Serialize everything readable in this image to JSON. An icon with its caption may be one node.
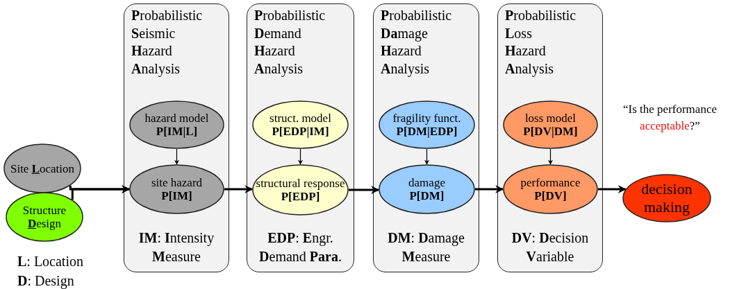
{
  "diagram": {
    "nodes": [
      {
        "text": [
          "Site **L**ocation"
        ]
      },
      {
        "text": [
          "Structure **D**esign"
        ]
      },
      {
        "text": [
          "**P**robabilistic **S**eismic **H**azard **A**nalysis",
          "**IM**: **I**ntensity **M**easure"
        ]
      },
      {
        "text": [
          "hazard model",
          "P[IM|L]"
        ],
        "in": 2
      },
      {
        "text": [
          "site hazard",
          "P[IM]"
        ],
        "in": 2
      },
      {
        "text": [
          "**P**robabilistic **D**emand **H**azard **A**nalysis",
          "**EDP**: **E**ngr. **D**emand **Para**."
        ]
      },
      {
        "text": [
          "struct. model",
          "P[EDP|IM]"
        ],
        "in": 5
      },
      {
        "text": [
          "structural response",
          "P[EDP]"
        ],
        "in": 5
      },
      {
        "text": [
          "**P**robabilistic **Da**mage **H**azard **A**nalysis",
          "**DM**: **D**amage **M**easure"
        ]
      },
      {
        "text": [
          "fragility funct.",
          "P[DM|EDP]"
        ],
        "in": 8
      },
      {
        "text": [
          "damage",
          "P[DM]"
        ],
        "in": 8
      },
      {
        "text": [
          "**P**robabilistic **L**oss **H**azard **A**nalysis",
          "**DV**: **D**ecision **V**ariable"
        ]
      },
      {
        "text": [
          "loss model",
          "P[DV|DM]"
        ],
        "in": 11
      },
      {
        "text": [
          "performance",
          "P[DV]"
        ],
        "in": 11
      },
      {
        "text": [
          "decision making"
        ]
      }
    ],
    "edges": [
      {
        "from": 0,
        "to": 4,
        "arrow": "to"
      },
      {
        "from": 1,
        "to": 4,
        "arrow": "to"
      },
      {
        "from": 3,
        "to": 4,
        "arrow": "to"
      },
      {
        "from": 4,
        "to": 7,
        "arrow": "to"
      },
      {
        "from": 6,
        "to": 7,
        "arrow": "to"
      },
      {
        "from": 7,
        "to": 10,
        "arrow": "to"
      },
      {
        "from": 9,
        "to": 10,
        "arrow": "to"
      },
      {
        "from": 10,
        "to": 13,
        "arrow": "to"
      },
      {
        "from": 12,
        "to": 13,
        "arrow": "to"
      },
      {
        "from": 13,
        "to": 14,
        "arrow": "to"
      }
    ],
    "labels": [
      "**L**: Location",
      "**D**: Design",
      "“Is the performance *acceptable*?”"
    ]
  }
}
